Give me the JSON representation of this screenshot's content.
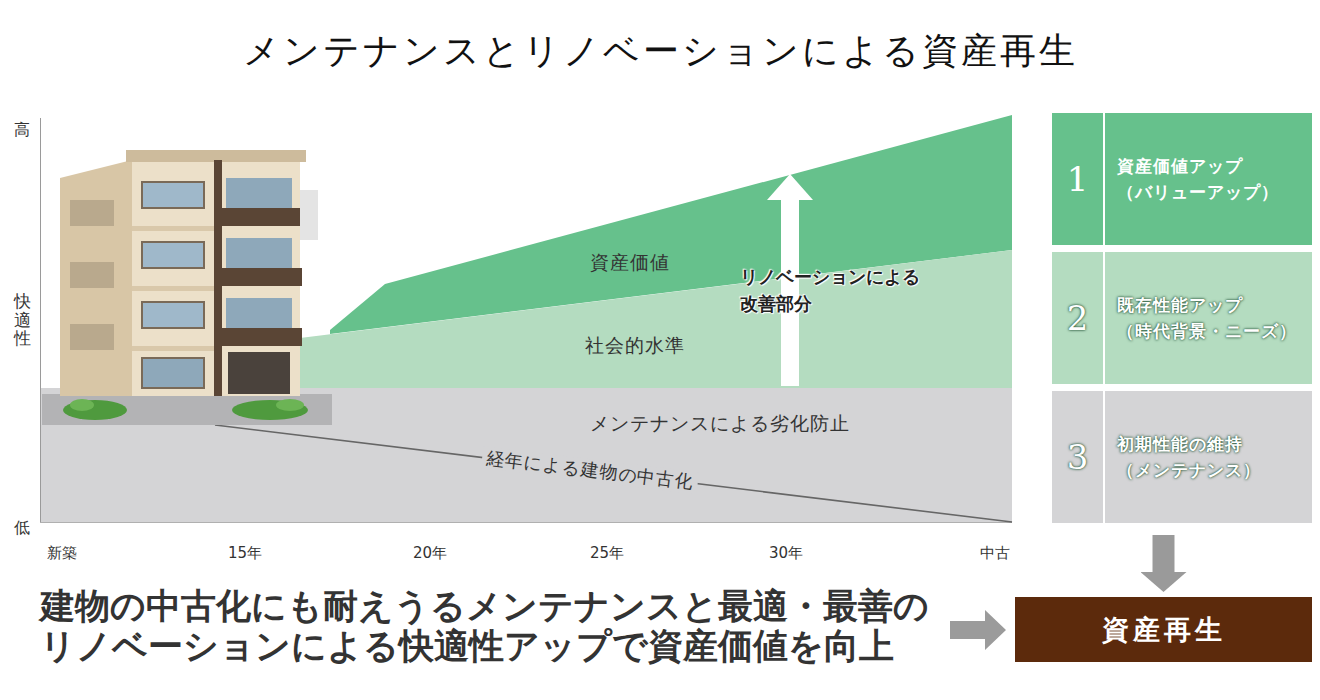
{
  "diagram": {
    "title": "メンテナンスとリノベーションによる資産再生",
    "caption": "建物の中古化にも耐えうるメンテナンスと最適・最善の リノベーションによる快適性アップで資産価値を向上",
    "nodes": [
      {
        "text": [
          "資産価値"
        ]
      },
      {
        "text": [
          "社会的水準"
        ]
      },
      {
        "text": [
          "メンテナンスによる劣化防止"
        ]
      },
      {
        "text": [
          "1",
          "資産価値アップ （バリューアップ）"
        ]
      },
      {
        "text": [
          "2",
          "既存性能アップ （時代背景・ニーズ）"
        ]
      },
      {
        "text": [
          "3",
          "初期性能の維持 （メンテナンス）"
        ]
      },
      {
        "text": [
          "資産再生"
        ]
      }
    ],
    "edges": [
      {
        "from": 5,
        "to": 6,
        "arrow": "to"
      }
    ],
    "labels": [
      "高",
      "快適性",
      "低",
      "新築",
      "15年",
      "20年",
      "25年",
      "30年",
      "中古",
      "経年による建物の中古化",
      "リノベーションによる 改善部分"
    ]
  }
}
